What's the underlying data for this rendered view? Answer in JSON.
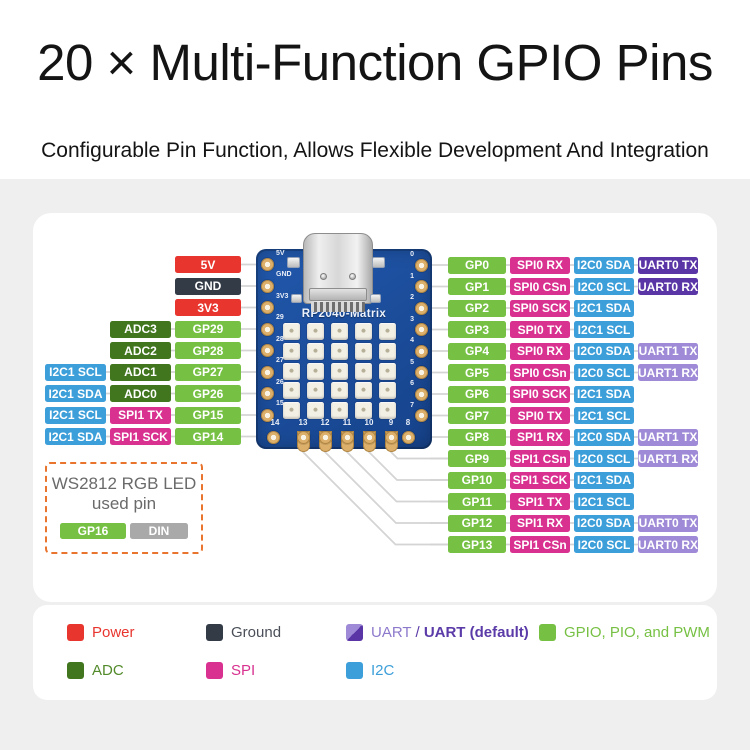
{
  "page": {
    "title": "20 × Multi-Function GPIO Pins",
    "subtitle": "Configurable Pin Function, Allows Flexible Development And Integration"
  },
  "colors": {
    "power": "#e8352e",
    "ground": "#333b47",
    "gpio": "#76c043",
    "adc": "#41761f",
    "spi": "#d8318f",
    "i2c": "#3d9fd9",
    "uart": "#9e8ad6",
    "uart_default": "#5a35a6",
    "din": "#a9a9a9",
    "wire": "#d4d4d4",
    "ws_box_border": "#e8742e"
  },
  "board": {
    "name": "RP2040-Matrix",
    "left_edge_labels": [
      "5V",
      "GND",
      "3V3",
      "29",
      "28",
      "27",
      "26",
      "15"
    ],
    "right_edge_labels": [
      "0",
      "1",
      "2",
      "3",
      "4",
      "5",
      "6",
      "7"
    ],
    "bottom_edge_labels": [
      "14",
      "13",
      "12",
      "11",
      "10",
      "9",
      "8"
    ]
  },
  "left_pins": [
    {
      "badges": [
        {
          "label": "5V",
          "type": "power"
        }
      ]
    },
    {
      "badges": [
        {
          "label": "GND",
          "type": "ground"
        }
      ]
    },
    {
      "badges": [
        {
          "label": "3V3",
          "type": "power"
        }
      ]
    },
    {
      "badges": [
        {
          "label": "ADC3",
          "type": "adc"
        },
        {
          "label": "GP29",
          "type": "gpio"
        }
      ]
    },
    {
      "badges": [
        {
          "label": "ADC2",
          "type": "adc"
        },
        {
          "label": "GP28",
          "type": "gpio"
        }
      ]
    },
    {
      "badges": [
        {
          "label": "I2C1 SCL",
          "type": "i2c"
        },
        {
          "label": "ADC1",
          "type": "adc"
        },
        {
          "label": "GP27",
          "type": "gpio"
        }
      ]
    },
    {
      "badges": [
        {
          "label": "I2C1 SDA",
          "type": "i2c"
        },
        {
          "label": "ADC0",
          "type": "adc"
        },
        {
          "label": "GP26",
          "type": "gpio"
        }
      ]
    },
    {
      "badges": [
        {
          "label": "I2C1 SCL",
          "type": "i2c"
        },
        {
          "label": "SPI1 TX",
          "type": "spi"
        },
        {
          "label": "GP15",
          "type": "gpio"
        }
      ]
    },
    {
      "badges": [
        {
          "label": "I2C1 SDA",
          "type": "i2c"
        },
        {
          "label": "SPI1 SCK",
          "type": "spi"
        },
        {
          "label": "GP14",
          "type": "gpio"
        }
      ]
    }
  ],
  "right_pins": [
    {
      "badges": [
        {
          "label": "GP0",
          "type": "gpio"
        },
        {
          "label": "SPI0 RX",
          "type": "spi"
        },
        {
          "label": "I2C0 SDA",
          "type": "i2c"
        },
        {
          "label": "UART0 TX",
          "type": "uart_default"
        }
      ]
    },
    {
      "badges": [
        {
          "label": "GP1",
          "type": "gpio"
        },
        {
          "label": "SPI0 CSn",
          "type": "spi"
        },
        {
          "label": "I2C0 SCL",
          "type": "i2c"
        },
        {
          "label": "UART0 RX",
          "type": "uart_default"
        }
      ]
    },
    {
      "badges": [
        {
          "label": "GP2",
          "type": "gpio"
        },
        {
          "label": "SPI0 SCK",
          "type": "spi"
        },
        {
          "label": "I2C1 SDA",
          "type": "i2c"
        }
      ]
    },
    {
      "badges": [
        {
          "label": "GP3",
          "type": "gpio"
        },
        {
          "label": "SPI0 TX",
          "type": "spi"
        },
        {
          "label": "I2C1 SCL",
          "type": "i2c"
        }
      ]
    },
    {
      "badges": [
        {
          "label": "GP4",
          "type": "gpio"
        },
        {
          "label": "SPI0 RX",
          "type": "spi"
        },
        {
          "label": "I2C0 SDA",
          "type": "i2c"
        },
        {
          "label": "UART1 TX",
          "type": "uart"
        }
      ]
    },
    {
      "badges": [
        {
          "label": "GP5",
          "type": "gpio"
        },
        {
          "label": "SPI0 CSn",
          "type": "spi"
        },
        {
          "label": "I2C0 SCL",
          "type": "i2c"
        },
        {
          "label": "UART1 RX",
          "type": "uart"
        }
      ]
    },
    {
      "badges": [
        {
          "label": "GP6",
          "type": "gpio"
        },
        {
          "label": "SPI0 SCK",
          "type": "spi"
        },
        {
          "label": "I2C1 SDA",
          "type": "i2c"
        }
      ]
    },
    {
      "badges": [
        {
          "label": "GP7",
          "type": "gpio"
        },
        {
          "label": "SPI0 TX",
          "type": "spi"
        },
        {
          "label": "I2C1 SCL",
          "type": "i2c"
        }
      ]
    },
    {
      "badges": [
        {
          "label": "GP8",
          "type": "gpio"
        },
        {
          "label": "SPI1 RX",
          "type": "spi"
        },
        {
          "label": "I2C0 SDA",
          "type": "i2c"
        },
        {
          "label": "UART1 TX",
          "type": "uart"
        }
      ]
    },
    {
      "badges": [
        {
          "label": "GP9",
          "type": "gpio"
        },
        {
          "label": "SPI1 CSn",
          "type": "spi"
        },
        {
          "label": "I2C0 SCL",
          "type": "i2c"
        },
        {
          "label": "UART1 RX",
          "type": "uart"
        }
      ]
    },
    {
      "badges": [
        {
          "label": "GP10",
          "type": "gpio"
        },
        {
          "label": "SPI1 SCK",
          "type": "spi"
        },
        {
          "label": "I2C1 SDA",
          "type": "i2c"
        }
      ]
    },
    {
      "badges": [
        {
          "label": "GP11",
          "type": "gpio"
        },
        {
          "label": "SPI1 TX",
          "type": "spi"
        },
        {
          "label": "I2C1 SCL",
          "type": "i2c"
        }
      ]
    },
    {
      "badges": [
        {
          "label": "GP12",
          "type": "gpio"
        },
        {
          "label": "SPI1 RX",
          "type": "spi"
        },
        {
          "label": "I2C0 SDA",
          "type": "i2c"
        },
        {
          "label": "UART0 TX",
          "type": "uart"
        }
      ]
    },
    {
      "badges": [
        {
          "label": "GP13",
          "type": "gpio"
        },
        {
          "label": "SPI1 CSn",
          "type": "spi"
        },
        {
          "label": "I2C0 SCL",
          "type": "i2c"
        },
        {
          "label": "UART0 RX",
          "type": "uart"
        }
      ]
    }
  ],
  "ws2812": {
    "line1": "WS2812 RGB LED",
    "line2": "used pin",
    "badges": [
      {
        "label": "GP16",
        "type": "gpio"
      },
      {
        "label": "DIN",
        "type": "din"
      }
    ]
  },
  "legend": {
    "items": [
      {
        "label": "Power",
        "type": "power"
      },
      {
        "label": "Ground",
        "type": "ground"
      },
      {
        "split": true,
        "name": "uart",
        "parts": [
          {
            "text": "UART",
            "type": "uart"
          },
          {
            "text": " / ",
            "type": "uart_default"
          },
          {
            "text": "UART (default)",
            "type": "uart_default"
          }
        ]
      },
      {
        "label": "GPIO, PIO, and PWM",
        "type": "gpio"
      },
      {
        "label": "ADC",
        "type": "adc"
      },
      {
        "label": "SPI",
        "type": "spi"
      },
      {
        "label": "I2C",
        "type": "i2c"
      }
    ],
    "text_colors": {
      "power": "#e8352e",
      "ground": "#4a4f58",
      "uart": "#8d79cb",
      "uart_default": "#5b3ba8",
      "gpio": "#76c043",
      "adc": "#528a2a",
      "spi": "#d8318f",
      "i2c": "#3d9fd9"
    }
  }
}
